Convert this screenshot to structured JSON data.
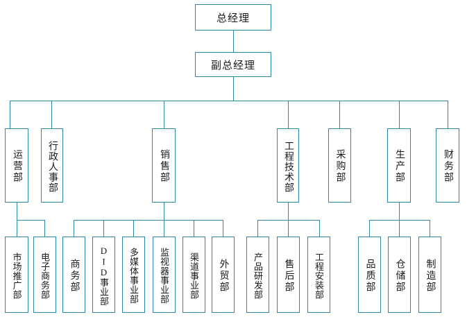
{
  "chart": {
    "title_node": "总经理",
    "level1": {
      "label": "总经理"
    },
    "level2": {
      "label": "副总经理"
    },
    "departments": [
      {
        "label": "运营部"
      },
      {
        "label": "行政人事部"
      },
      {
        "label": "销售部"
      },
      {
        "label": "工程技术部"
      },
      {
        "label": "采购部"
      },
      {
        "label": "生产部"
      },
      {
        "label": "财务部"
      }
    ],
    "sub_departments": [
      {
        "label": "市场推广部",
        "parent": "运营部"
      },
      {
        "label": "电子商务部",
        "parent": "运营部"
      },
      {
        "label": "商务部",
        "parent": "销售部"
      },
      {
        "label": "DID事业部",
        "parent": "销售部"
      },
      {
        "label": "多媒体事业部",
        "parent": "销售部"
      },
      {
        "label": "监视器事业部",
        "parent": "销售部"
      },
      {
        "label": "渠道事业部",
        "parent": "销售部"
      },
      {
        "label": "外贸部",
        "parent": "销售部"
      },
      {
        "label": "产品研发部",
        "parent": "工程技术部"
      },
      {
        "label": "售后部",
        "parent": "工程技术部"
      },
      {
        "label": "工程安装部",
        "parent": "工程技术部"
      },
      {
        "label": "品质部",
        "parent": "生产部"
      },
      {
        "label": "仓储部",
        "parent": "生产部"
      },
      {
        "label": "制造部",
        "parent": "生产部"
      }
    ],
    "colors": {
      "border": "#2f87a8",
      "line": "#2f87a8",
      "text": "#1a1a1a",
      "background": "#ffffff"
    }
  }
}
